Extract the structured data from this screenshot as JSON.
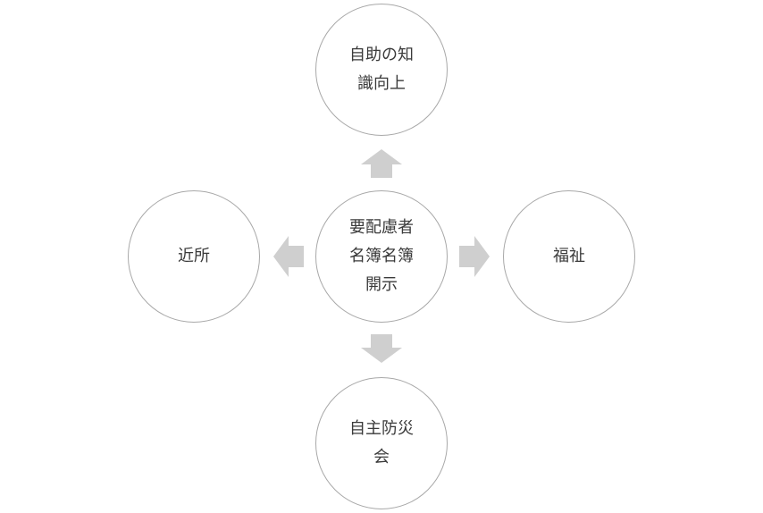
{
  "diagram": {
    "center": {
      "lines": [
        "要配慮者",
        "名簿名簿",
        "開示"
      ]
    },
    "top": {
      "lines": [
        "自助の知",
        "識向上"
      ]
    },
    "right": {
      "lines": [
        "福祉"
      ]
    },
    "bottom": {
      "lines": [
        "自主防災",
        "会"
      ]
    },
    "left": {
      "lines": [
        "近所"
      ]
    },
    "colors": {
      "circle_border": "#a8a8a8",
      "arrow_fill": "#cfcfcf",
      "text": "#3a3a3a"
    }
  }
}
